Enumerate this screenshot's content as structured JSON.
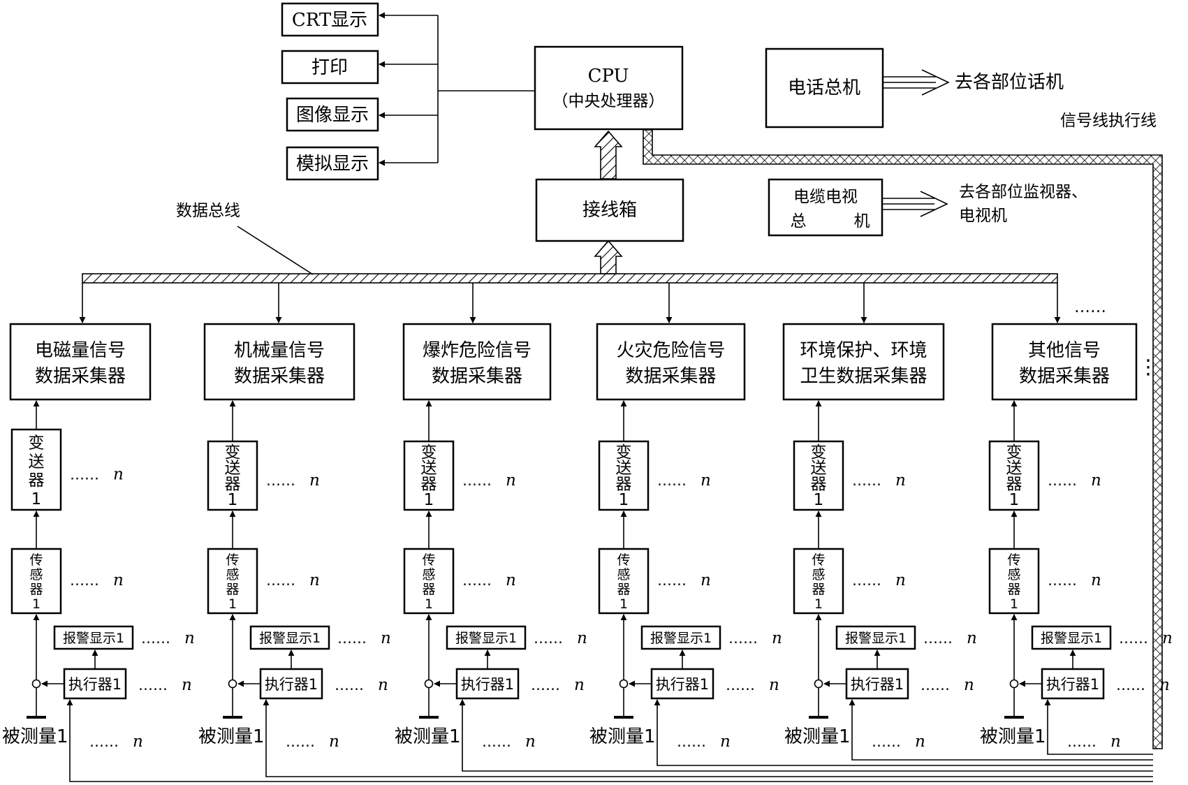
{
  "outputs": [
    "CRT显示",
    "打印",
    "图像显示",
    "模拟显示"
  ],
  "cpu": {
    "line1": "CPU",
    "line2": "（中央处理器）"
  },
  "phone": {
    "box": "电话总机",
    "dest": "去各部位话机"
  },
  "cable_tv": {
    "line1": "电缆电视",
    "line2_a": "总",
    "line2_b": "机",
    "dest1": "去各部位监视器、",
    "dest2": "电视机"
  },
  "signal_line_label": "信号线执行线",
  "junction_box": "接线箱",
  "data_bus_label": "数据总线",
  "ellipsis": "……",
  "vertical_dots": "⋮",
  "n": "n",
  "columns": [
    {
      "collector": [
        "电磁量信号",
        "数据采集器"
      ],
      "transmitter": [
        "变",
        "送",
        "器",
        "1"
      ],
      "sensor": [
        "传",
        "感",
        "器",
        "1"
      ],
      "alarm": "报警显示1",
      "actuator": "执行器1",
      "measured": "被测量1"
    },
    {
      "collector": [
        "机械量信号",
        "数据采集器"
      ],
      "transmitter": [
        "变",
        "送",
        "器",
        "1"
      ],
      "sensor": [
        "传",
        "感",
        "器",
        "1"
      ],
      "alarm": "报警显示1",
      "actuator": "执行器1",
      "measured": "被测量1"
    },
    {
      "collector": [
        "爆炸危险信号",
        "数据采集器"
      ],
      "transmitter": [
        "变",
        "送",
        "器",
        "1"
      ],
      "sensor": [
        "传",
        "感",
        "器",
        "1"
      ],
      "alarm": "报警显示1",
      "actuator": "执行器1",
      "measured": "被测量1"
    },
    {
      "collector": [
        "火灾危险信号",
        "数据采集器"
      ],
      "transmitter": [
        "变",
        "送",
        "器",
        "1"
      ],
      "sensor": [
        "传",
        "感",
        "器",
        "1"
      ],
      "alarm": "报警显示1",
      "actuator": "执行器1",
      "measured": "被测量1"
    },
    {
      "collector": [
        "环境保护、环境",
        "卫生数据采集器"
      ],
      "transmitter": [
        "变",
        "送",
        "器",
        "1"
      ],
      "sensor": [
        "传",
        "感",
        "器",
        "1"
      ],
      "alarm": "报警显示1",
      "actuator": "执行器1",
      "measured": "被测量1"
    },
    {
      "collector": [
        "其他信号",
        "数据采集器"
      ],
      "transmitter": [
        "变",
        "送",
        "器",
        "1"
      ],
      "sensor": [
        "传",
        "感",
        "器",
        "1"
      ],
      "alarm": "报警显示1",
      "actuator": "执行器1",
      "measured": "被测量1"
    }
  ]
}
